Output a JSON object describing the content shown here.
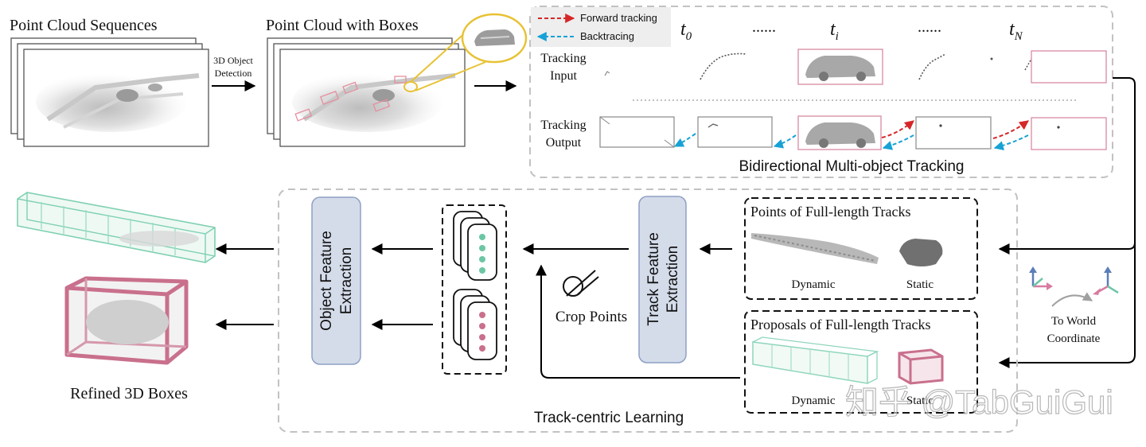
{
  "input": {
    "title": "Point Cloud Sequences",
    "detection_label_line1": "3D Object",
    "detection_label_line2": "Detection"
  },
  "boxes": {
    "title": "Point Cloud with Boxes"
  },
  "tracking": {
    "legend_forward": "Forward tracking",
    "legend_backward": "Backtracing",
    "t0": "t",
    "t0_sub": "0",
    "ti": "t",
    "ti_sub": "i",
    "tN": "t",
    "tN_sub": "N",
    "dots1": "......",
    "dots2": "......",
    "input_line1": "Tracking",
    "input_line2": "Input",
    "output_line1": "Tracking",
    "output_line2": "Output",
    "caption": "Bidirectional Multi-object Tracking"
  },
  "learning": {
    "points_title": "Points of Full-length Tracks",
    "points_dynamic": "Dynamic",
    "points_static": "Static",
    "proposals_title": "Proposals of Full-length Tracks",
    "proposals_dynamic": "Dynamic",
    "proposals_static": "Static",
    "track_feature_line1": "Track Feature",
    "track_feature_line2": "Extraction",
    "object_feature_line1": "Object Feature",
    "object_feature_line2": "Extraction",
    "crop_points": "Crop Points",
    "caption": "Track-centric Learning",
    "world_line1": "To World",
    "world_line2": "Coordinate"
  },
  "output": {
    "title": "Refined 3D Boxes"
  },
  "watermark": "知乎 @TabGuiGui",
  "colors": {
    "forward": "#d62728",
    "backward": "#17a2d6",
    "pink": "#c9708c",
    "green": "#6cc6a4",
    "feature_box": "#d4dcea",
    "feature_border": "#8ea0c4",
    "dash_gray": "#bdbdbd"
  }
}
